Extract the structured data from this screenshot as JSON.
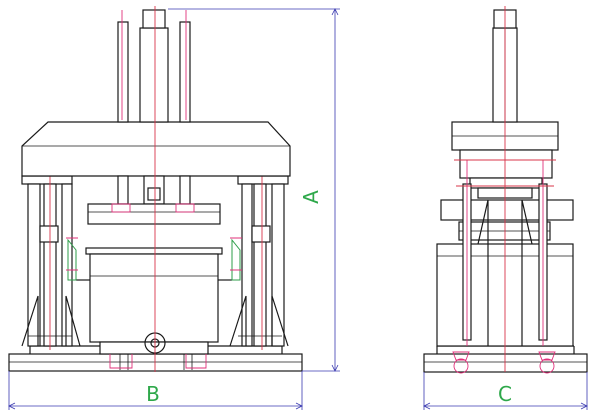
{
  "labels": {
    "dim_a": "A",
    "dim_b": "B",
    "dim_c": "C"
  },
  "colors": {
    "outline": "#1a1a1a",
    "centerline": "#d8344a",
    "detail": "#e0307a",
    "hydraulic": "#2e9e4a",
    "dimension_line": "#3a3ab0",
    "dimension_text": "#2ea84a"
  }
}
